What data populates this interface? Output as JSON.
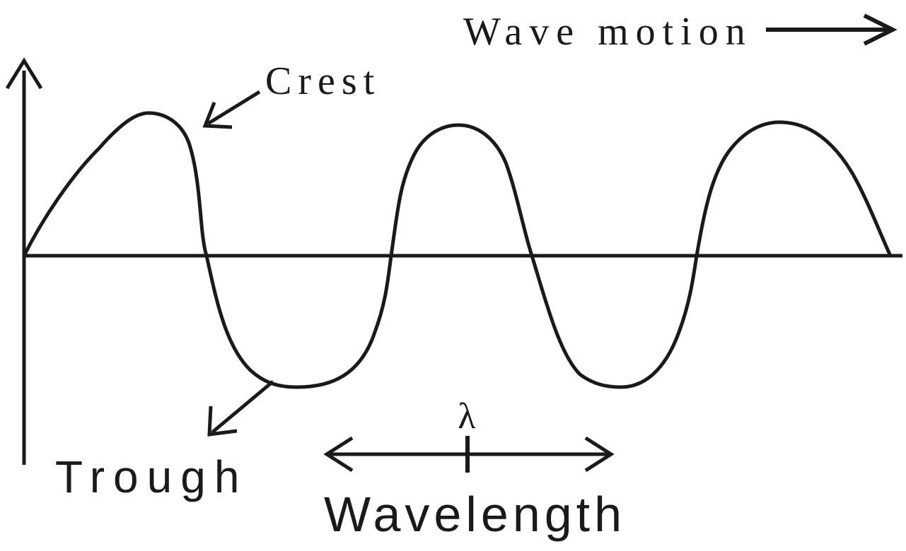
{
  "labels": {
    "wave_motion": "Wave motion",
    "crest": "Crest",
    "trough": "Trough",
    "lambda": "λ",
    "wavelength": "Wavelength"
  },
  "colors": {
    "ink": "#1a1a1a",
    "background": "#ffffff"
  }
}
